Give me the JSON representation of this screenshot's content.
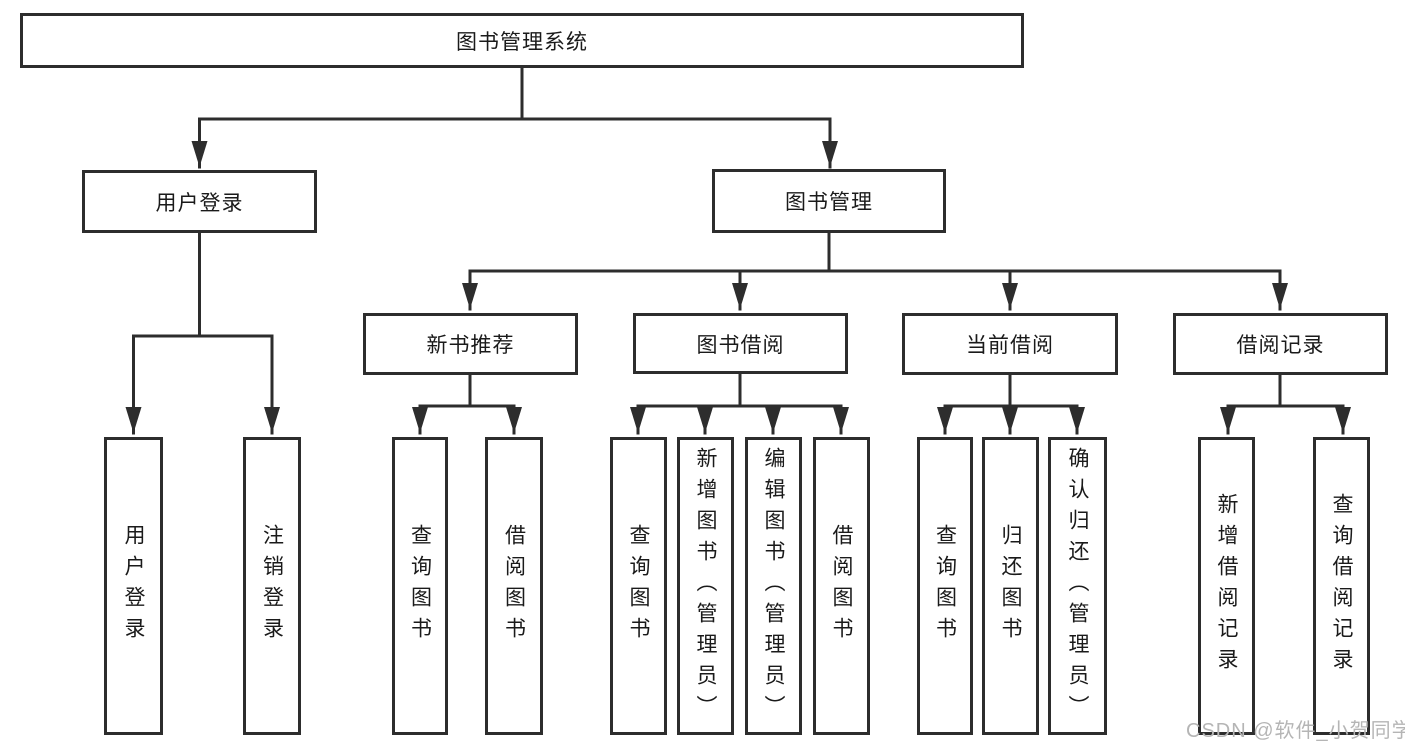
{
  "diagram": {
    "root": {
      "label": "图书管理系统"
    },
    "level2": {
      "user_login": {
        "label": "用户登录"
      },
      "book_management": {
        "label": "图书管理"
      }
    },
    "level3": {
      "new_book_recommend": {
        "label": "新书推荐"
      },
      "book_borrowing": {
        "label": "图书借阅"
      },
      "current_borrowing": {
        "label": "当前借阅"
      },
      "borrowing_records": {
        "label": "借阅记录"
      }
    },
    "leaves": {
      "user_login": {
        "label": "用户登录"
      },
      "logout": {
        "label": "注销登录"
      },
      "nb_query_books": {
        "label": "查询图书"
      },
      "nb_borrow_books": {
        "label": "借阅图书"
      },
      "bb_query_books": {
        "label": "查询图书"
      },
      "bb_add_books_admin": {
        "label": "新增图书（管理员）"
      },
      "bb_edit_books_admin": {
        "label": "编辑图书（管理员）"
      },
      "bb_borrow_books": {
        "label": "借阅图书"
      },
      "cb_query_books": {
        "label": "查询图书"
      },
      "cb_return_books": {
        "label": "归还图书"
      },
      "cb_confirm_return_admin": {
        "label": "确认归还（管理员）"
      },
      "br_add_record": {
        "label": "新增借阅记录"
      },
      "br_query_record": {
        "label": "查询借阅记录"
      }
    }
  },
  "watermark": {
    "text": "CSDN @软件_小贺同学"
  },
  "colors": {
    "line": "#2d2d2d",
    "box_border": "#2d2d2d",
    "box_fill": "#ffffff",
    "text": "#1a1a1a",
    "watermark": "#b5b5b5",
    "background": "#ffffff"
  }
}
